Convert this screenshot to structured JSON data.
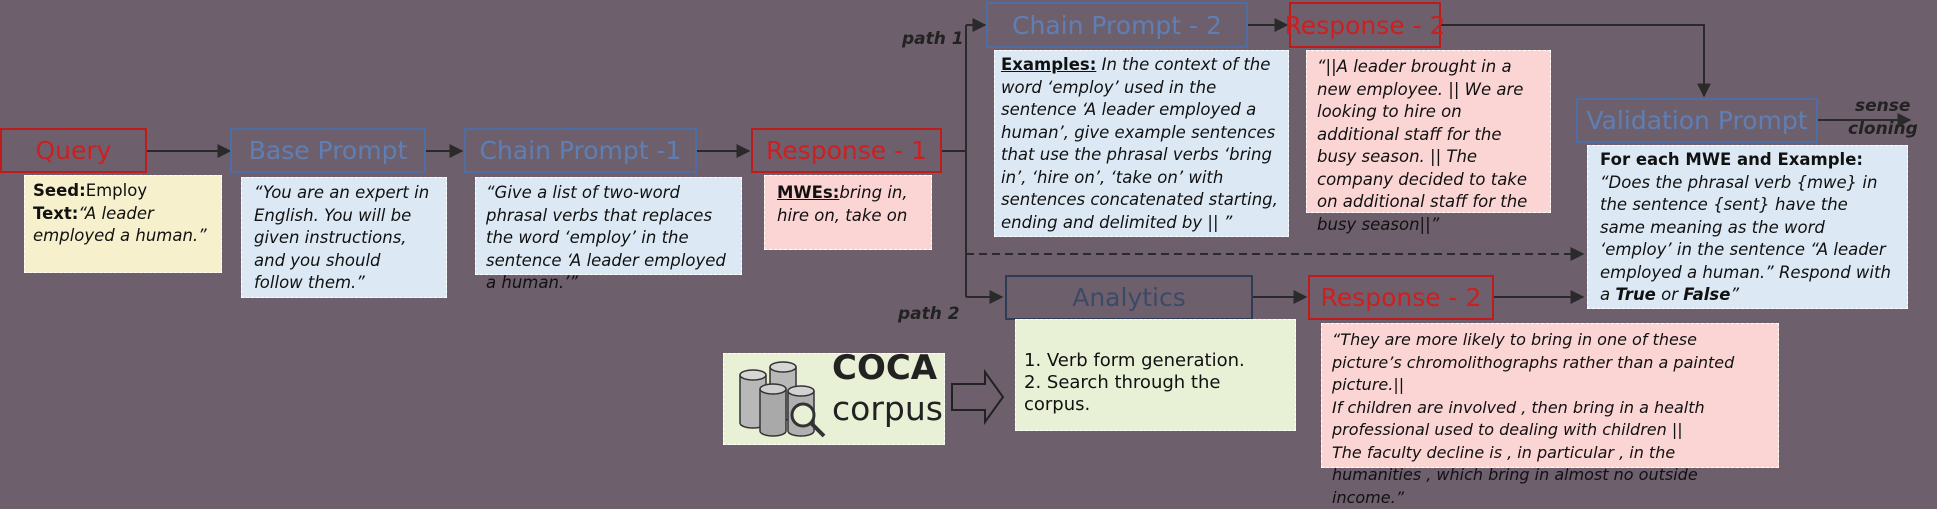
{
  "nodes": {
    "query": "Query",
    "base_prompt": "Base Prompt",
    "chain_prompt_1": "Chain Prompt -1",
    "response_1": "Response - 1",
    "chain_prompt_2": "Chain Prompt - 2",
    "response_2_top": "Response - 2",
    "validation_prompt": "Validation Prompt",
    "analytics": "Analytics",
    "response_2_bottom": "Response - 2"
  },
  "labels": {
    "path1": "path 1",
    "path2": "path 2",
    "sense": "sense",
    "cloning": "cloning"
  },
  "query_note": {
    "seed_label": "Seed:",
    "seed_value": "Employ",
    "text_label": "Text:",
    "text_value": "“A leader employed a human.”"
  },
  "base_prompt_note": "“You are an expert in English. You will be given instructions, and you should follow them.”",
  "chain_prompt_1_note": "“Give a list of two-word phrasal verbs that replaces the word ‘employ’ in the sentence ‘A leader employed a human.’”",
  "response_1_note": {
    "label": "MWEs:",
    "value": "bring in, hire on, take on"
  },
  "chain_prompt_2_note": {
    "label": "Examples:",
    "value": " In the context of the word ‘employ’ used in the sentence ‘A leader employed a human’, give example sentences that use the phrasal verbs ‘bring in’, ‘hire on’, ‘take on’ with sentences concatenated starting, ending and delimited by || ”"
  },
  "response_2_top_note": "“||A leader brought in a new employee. || We are looking to hire on additional staff for the busy season. || The company decided to take on additional staff for the busy season||”",
  "validation_note": {
    "heading": "For each MWE and Example:",
    "body_1": "“Does the phrasal verb {mwe} in the sentence {sent} have the same meaning as the word  ‘employ’ in the sentence “A leader employed a human.” Respond with a ",
    "true_word": "True",
    "or_word": " or ",
    "false_word": "False",
    "body_2": "”"
  },
  "analytics_note": {
    "line_1": "1. Verb form generation.",
    "line_2": "2. Search through the corpus."
  },
  "coca": {
    "title": "COCA",
    "subtitle": "corpus"
  },
  "response_2_bottom_note": {
    "line_1": "“They are more likely to bring in one of these picture’s chromolithographs rather than a painted picture.||",
    "line_2": "If children are involved , then bring in a health professional used to dealing  with children ||",
    "line_3": "The faculty decline is , in particular , in the humanities , which bring in almost no outside income.”"
  },
  "colors": {
    "background": "#6e5f6d",
    "blue_border": "#4e6ea3",
    "red_border": "#c01a1a",
    "yellow_note": "#f6f0cd",
    "blue_note": "#dce9f5",
    "pink_note": "#fbd4d4",
    "green_note": "#e8f0d5"
  }
}
